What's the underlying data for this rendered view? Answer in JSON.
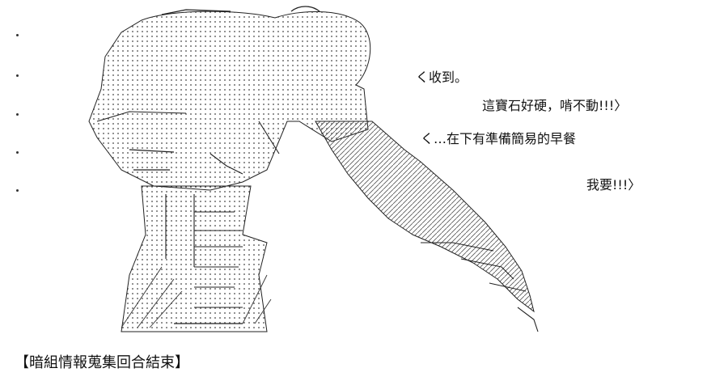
{
  "dialogue": [
    "く收到。",
    "這寶石好硬，啃不動!!!〉",
    "く…在下有準備簡易的早餐",
    "我要!!!〉"
  ],
  "footer": {
    "title": "【暗組情報蒐集回合結束】"
  },
  "colors": {
    "background": "#ffffff",
    "ink": "#111111"
  }
}
